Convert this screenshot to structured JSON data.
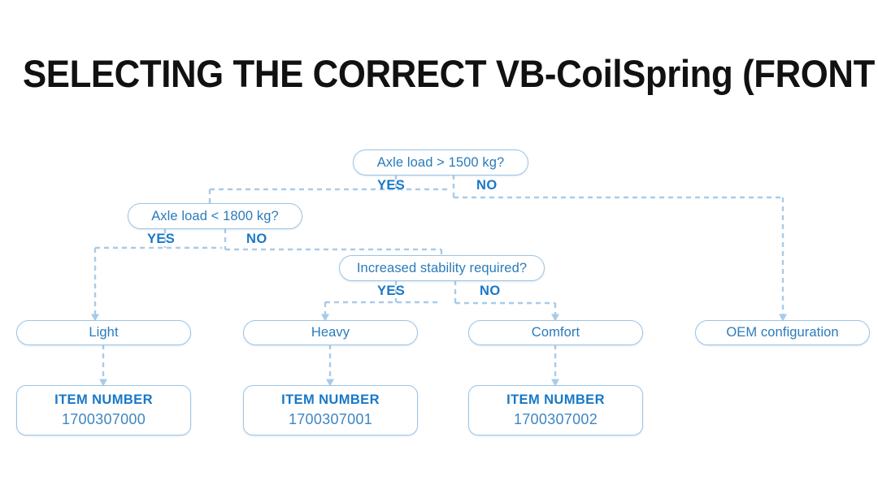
{
  "title": "SELECTING THE CORRECT VB-CoilSpring (FRONT AXLE)",
  "colors": {
    "background": "#ffffff",
    "title_text": "#111111",
    "node_border": "#9cc4e4",
    "node_text": "#2b7bba",
    "branch_text": "#1878c8",
    "connector": "#a9cbe8",
    "card_value_text": "#3f86c2"
  },
  "decisions": [
    {
      "id": "axle-load-1500",
      "question": "Axle load > 1500 kg?",
      "yes_label": "YES",
      "no_label": "NO"
    },
    {
      "id": "axle-load-1800",
      "question": "Axle load < 1800 kg?",
      "yes_label": "YES",
      "no_label": "NO"
    },
    {
      "id": "increased-stability",
      "question": "Increased stability required?",
      "yes_label": "YES",
      "no_label": "NO"
    }
  ],
  "outcomes": [
    {
      "id": "light",
      "label": "Light"
    },
    {
      "id": "heavy",
      "label": "Heavy"
    },
    {
      "id": "comfort",
      "label": "Comfort"
    },
    {
      "id": "oem",
      "label": "OEM configuration"
    }
  ],
  "item_cards": [
    {
      "id": "item-light",
      "heading": "ITEM NUMBER",
      "value": "1700307000"
    },
    {
      "id": "item-heavy",
      "heading": "ITEM NUMBER",
      "value": "1700307001"
    },
    {
      "id": "item-comfort",
      "heading": "ITEM NUMBER",
      "value": "1700307002"
    }
  ],
  "chart_data": {
    "type": "table",
    "title": "SELECTING THE CORRECT VB-CoilSpring (FRONT AXLE)",
    "nodes": [
      {
        "id": "axle-load-1500",
        "type": "decision",
        "text": "Axle load > 1500 kg?"
      },
      {
        "id": "axle-load-1800",
        "type": "decision",
        "text": "Axle load < 1800 kg?"
      },
      {
        "id": "increased-stability",
        "type": "decision",
        "text": "Increased stability required?"
      },
      {
        "id": "light",
        "type": "outcome",
        "text": "Light"
      },
      {
        "id": "heavy",
        "type": "outcome",
        "text": "Heavy"
      },
      {
        "id": "comfort",
        "type": "outcome",
        "text": "Comfort"
      },
      {
        "id": "oem",
        "type": "outcome",
        "text": "OEM configuration"
      },
      {
        "id": "item-light",
        "type": "result",
        "text": "1700307000"
      },
      {
        "id": "item-heavy",
        "type": "result",
        "text": "1700307001"
      },
      {
        "id": "item-comfort",
        "type": "result",
        "text": "1700307002"
      }
    ],
    "edges": [
      {
        "from": "axle-load-1500",
        "to": "axle-load-1800",
        "label": "YES"
      },
      {
        "from": "axle-load-1500",
        "to": "oem",
        "label": "NO"
      },
      {
        "from": "axle-load-1800",
        "to": "light",
        "label": "YES"
      },
      {
        "from": "axle-load-1800",
        "to": "increased-stability",
        "label": "NO"
      },
      {
        "from": "increased-stability",
        "to": "heavy",
        "label": "YES"
      },
      {
        "from": "increased-stability",
        "to": "comfort",
        "label": "NO"
      },
      {
        "from": "light",
        "to": "item-light",
        "label": ""
      },
      {
        "from": "heavy",
        "to": "item-heavy",
        "label": ""
      },
      {
        "from": "comfort",
        "to": "item-comfort",
        "label": ""
      }
    ]
  }
}
